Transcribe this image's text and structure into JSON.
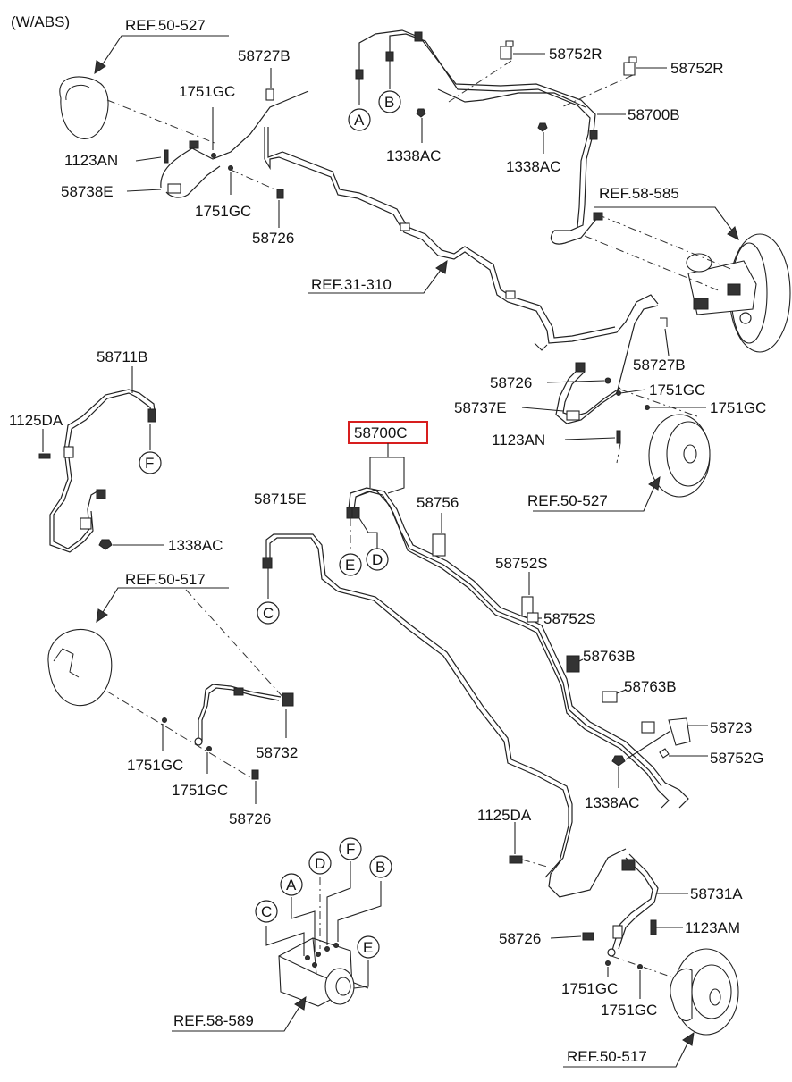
{
  "header": {
    "variant": "(W/ABS)"
  },
  "labels": {
    "ref_50_527_top": "REF.50-527",
    "p58727B_top": "58727B",
    "p1751GC_a": "1751GC",
    "p1123AN_top": "1123AN",
    "p58738E": "58738E",
    "p1751GC_b": "1751GC",
    "p58726_top": "58726",
    "ref_31_310": "REF.31-310",
    "p58752R_a": "58752R",
    "p58752R_b": "58752R",
    "p58700B": "58700B",
    "p1338AC_a": "1338AC",
    "p1338AC_b": "1338AC",
    "ref_58_585": "REF.58-585",
    "p58726_right": "58726",
    "p58727B_right": "58727B",
    "p58737E": "58737E",
    "p1751GC_c": "1751GC",
    "p1751GC_d": "1751GC",
    "p1123AN_right": "1123AN",
    "ref_50_527_mid": "REF.50-527",
    "p58711B": "58711B",
    "p1125DA_left": "1125DA",
    "p1338AC_left": "1338AC",
    "ref_50_517_left": "REF.50-517",
    "p58700C": "58700C",
    "p58715E": "58715E",
    "p58756": "58756",
    "p58752S_a": "58752S",
    "p58752S_b": "58752S",
    "p58763B_a": "58763B",
    "p58763B_b": "58763B",
    "p58723": "58723",
    "p58752G": "58752G",
    "p1338AC_c": "1338AC",
    "p58732": "58732",
    "p1751GC_e": "1751GC",
    "p1751GC_f": "1751GC",
    "p58726_bl": "58726",
    "p1125DA_right": "1125DA",
    "p58731A": "58731A",
    "p58726_br": "58726",
    "p1123AM": "1123AM",
    "p1751GC_g": "1751GC",
    "p1751GC_h": "1751GC",
    "ref_50_517_br": "REF.50-517",
    "ref_58_589": "REF.58-589"
  },
  "connectors": {
    "A_top": "A",
    "B_top": "B",
    "F_left": "F",
    "E_mid": "E",
    "D_mid": "D",
    "C_mid": "C",
    "A_abs": "A",
    "B_abs": "B",
    "C_abs": "C",
    "D_abs": "D",
    "E_abs": "E",
    "F_abs": "F"
  },
  "highlight": {
    "part": "58700C",
    "color": "#d71e1e"
  }
}
